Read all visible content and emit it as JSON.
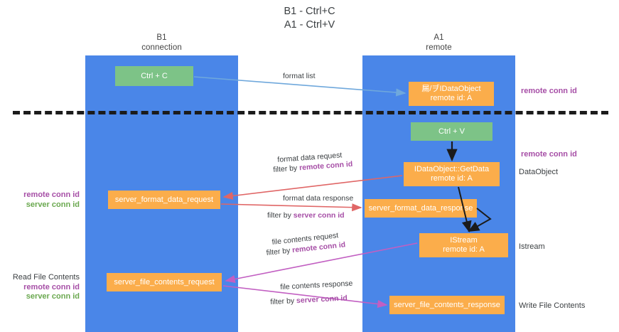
{
  "title": {
    "line1": "B1 - Ctrl+C",
    "line2": "A1 - Ctrl+V"
  },
  "lanes": {
    "left": {
      "name": "B1",
      "role": "connection",
      "color": "#4a86e8"
    },
    "right": {
      "name": "A1",
      "role": "remote",
      "color": "#4a86e8"
    }
  },
  "colors": {
    "lane": "#4a86e8",
    "green_node": "#7dc387",
    "orange_node": "#fbad4b",
    "remote_conn_id": "#a64ea6",
    "server_conn_id": "#6aa84f",
    "arrow_blue": "#6fa8dc",
    "arrow_red": "#e06666",
    "arrow_black": "#1b1b1b",
    "arrow_magenta": "#c25fc2",
    "separator": "#1b1b1b",
    "text": "#3c4043"
  },
  "nodes": {
    "ctrl_c": {
      "line1": "Ctrl + C",
      "line2": "",
      "style": "green"
    },
    "idataobject": {
      "line1": "屚/ヺIDataObject",
      "line2": "remote id: A",
      "style": "orange"
    },
    "ctrl_v": {
      "line1": "Ctrl + V",
      "line2": "",
      "style": "green"
    },
    "getdata": {
      "line1": "IDataObject::GetData",
      "line2": "remote id: A",
      "style": "orange"
    },
    "server_format_data_request": {
      "line1": "server_format_data_request",
      "line2": "",
      "style": "orange"
    },
    "server_format_data_response": {
      "line1": "server_format_data_response",
      "line2": "",
      "style": "orange"
    },
    "istream": {
      "line1": "IStream",
      "line2": "remote id: A",
      "style": "orange"
    },
    "server_file_contents_request": {
      "line1": "server_file_contents_request",
      "line2": "",
      "style": "orange"
    },
    "server_file_contents_response": {
      "line1": "server_file_contents_response",
      "line2": "",
      "style": "orange"
    }
  },
  "arrow_labels": {
    "format_list": "format list",
    "format_data_request": "format data request",
    "filter_by": "filter by ",
    "remote_conn_id": "remote conn id",
    "format_data_response": "format data response",
    "server_conn_id": "server conn id",
    "file_contents_request": "file contents request",
    "file_contents_response": "file contents response"
  },
  "side_labels": {
    "remote_conn_id": "remote conn id",
    "server_conn_id": "server conn id",
    "dataobject": "DataObject",
    "istream": "Istream",
    "write_file_contents": "Write File Contents",
    "read_file_contents": "Read File Contents"
  }
}
